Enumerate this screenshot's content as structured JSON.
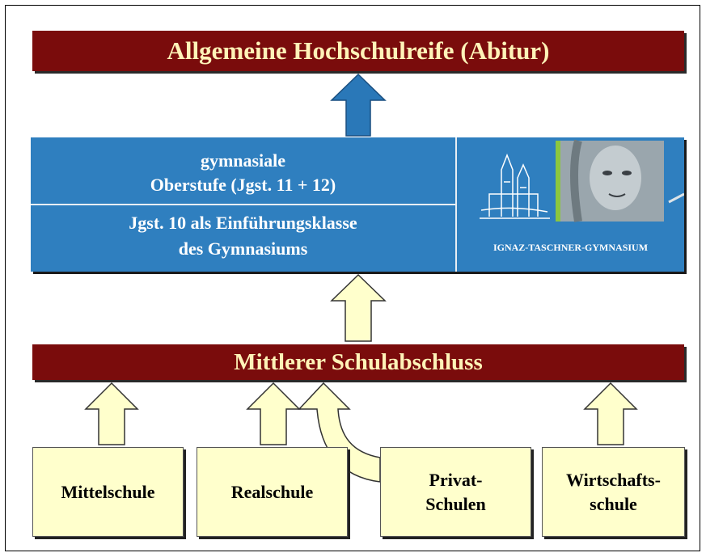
{
  "top_banner": "Allgemeine Hochschulreife (Abitur)",
  "blue_panel": {
    "line1a": "gymnasiale",
    "line1b": "Oberstufe (Jgst. 11 + 12)",
    "line2a": "Jgst. 10 als Einführungsklasse",
    "line2b": "des Gymnasiums",
    "logo_text": "IGNAZ-TASCHNER-GYMNASIUM"
  },
  "mid_banner": "Mittlerer Schulabschluss",
  "boxes": {
    "mittelschule": "Mittelschule",
    "realschule": "Realschule",
    "privat_a": "Privat-",
    "privat_b": "Schulen",
    "wirt_a": "Wirtschafts-",
    "wirt_b": "schule"
  },
  "colors": {
    "banner": "#7a0c0c",
    "banner_text": "#fff3b8",
    "panel": "#2f7fbf",
    "box": "#ffffcc",
    "arrow_blue": "#2a78b8",
    "arrow_yellow": "#ffffcc"
  }
}
